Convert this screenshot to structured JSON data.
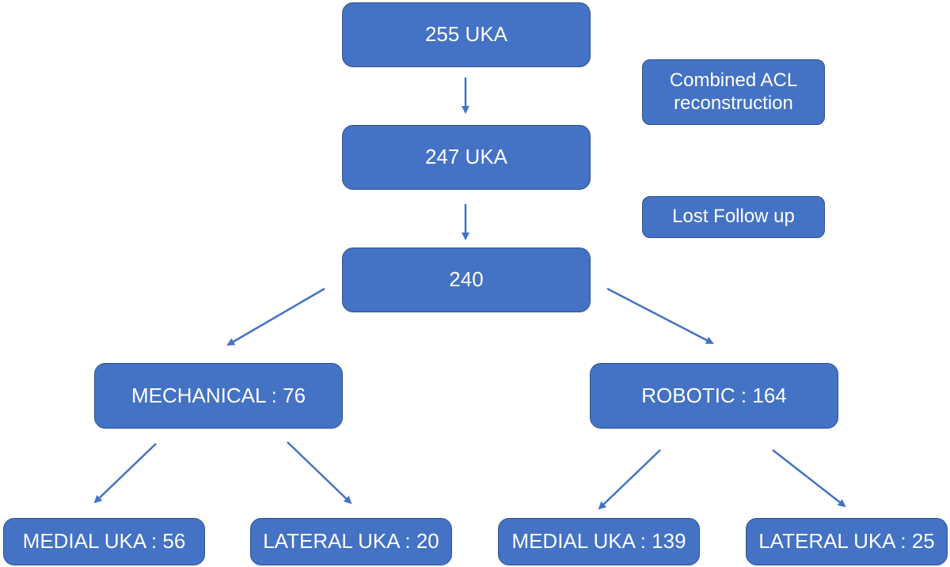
{
  "colors": {
    "box_fill": "#4472C4",
    "box_border": "#2F528F",
    "text": "#FFFFFF",
    "arrow": "#4472C4"
  },
  "flow": {
    "step1": "255 UKA",
    "step2": "247 UKA",
    "step3": "240",
    "exclusion1": "Combined ACL\nreconstruction",
    "exclusion2": "Lost Follow up",
    "mechanical": "MECHANICAL : 76",
    "robotic": "ROBOTIC : 164",
    "mech_medial": "MEDIAL UKA : 56",
    "mech_lateral": "LATERAL UKA : 20",
    "rob_medial": "MEDIAL UKA : 139",
    "rob_lateral": "LATERAL UKA : 25"
  }
}
